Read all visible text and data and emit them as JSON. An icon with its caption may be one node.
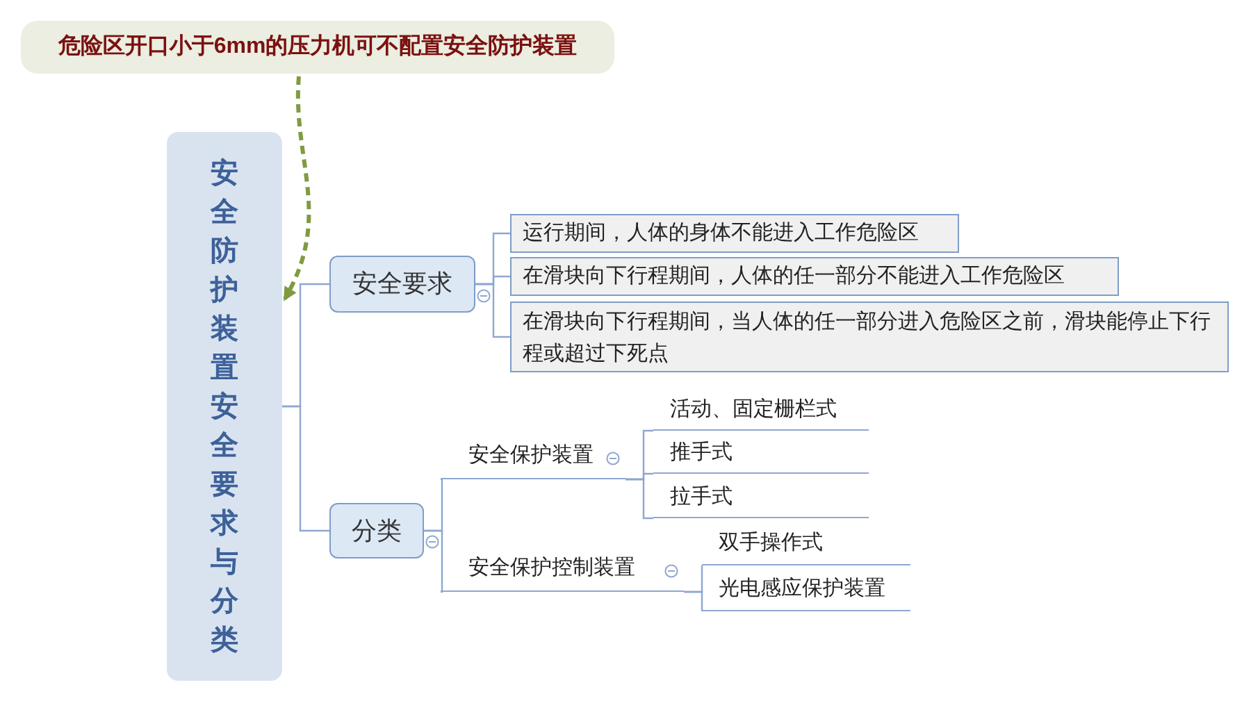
{
  "diagram": {
    "nodes": [
      {
        "text": [
          "危险区开口小于6mm的压力机可不配置安全防护装置"
        ]
      },
      {
        "text": [
          "安全防护装置安全要求与分类"
        ]
      },
      {
        "text": [
          "安全要求"
        ]
      },
      {
        "text": [
          "运行期间，人体的身体不能进入工作危险区"
        ]
      },
      {
        "text": [
          "在滑块向下行程期间，人体的任一部分不能进入工作危险区"
        ]
      },
      {
        "text": [
          "在滑块向下行程期间，当人体的任一部分进入危险区之前，滑块能停止下行程或超过下死点"
        ]
      },
      {
        "text": [
          "分类"
        ]
      },
      {
        "text": [
          "安全保护装置"
        ]
      },
      {
        "text": [
          "活动、固定栅栏式"
        ]
      },
      {
        "text": [
          "推手式"
        ]
      },
      {
        "text": [
          "拉手式"
        ]
      },
      {
        "text": [
          "安全保护控制装置"
        ]
      },
      {
        "text": [
          "双手操作式"
        ]
      },
      {
        "text": [
          "光电感应保护装置"
        ]
      }
    ],
    "edges": [
      {
        "from": 0,
        "to": 1,
        "arrow": "to",
        "style": "dashed",
        "color": "#7f9b40"
      },
      {
        "from": 1,
        "to": 2,
        "arrow": "none"
      },
      {
        "from": 1,
        "to": 6,
        "arrow": "none"
      },
      {
        "from": 2,
        "to": 3,
        "arrow": "none"
      },
      {
        "from": 2,
        "to": 4,
        "arrow": "none"
      },
      {
        "from": 2,
        "to": 5,
        "arrow": "none"
      },
      {
        "from": 6,
        "to": 7,
        "arrow": "none"
      },
      {
        "from": 6,
        "to": 11,
        "arrow": "none"
      },
      {
        "from": 7,
        "to": 8,
        "arrow": "none"
      },
      {
        "from": 7,
        "to": 9,
        "arrow": "none"
      },
      {
        "from": 7,
        "to": 10,
        "arrow": "none"
      },
      {
        "from": 11,
        "to": 12,
        "arrow": "none"
      },
      {
        "from": 11,
        "to": 13,
        "arrow": "none"
      }
    ]
  }
}
